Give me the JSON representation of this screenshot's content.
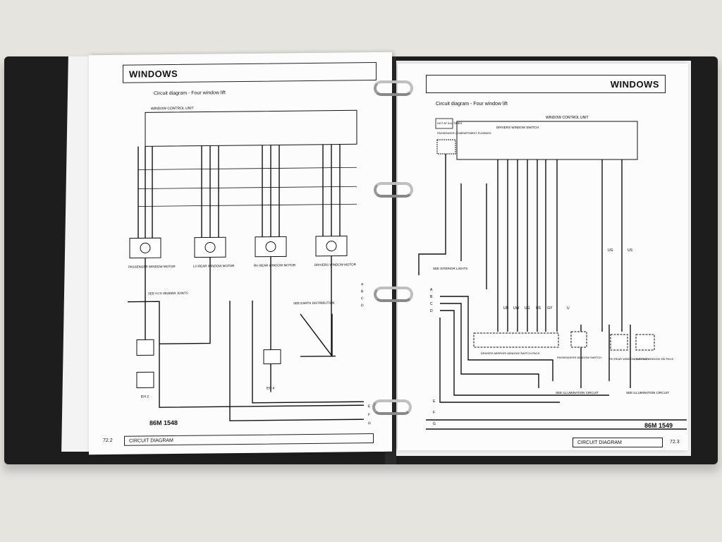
{
  "left_page": {
    "title": "WINDOWS",
    "subtitle": "Circuit diagram - Four window lift",
    "unit_label": "WINDOW CONTROL UNIT",
    "footer": "CIRCUIT DIAGRAM",
    "page_number": "72.2",
    "figure_id": "86M 1548",
    "notes": {
      "hj8": "SEE HJ 8 HEADER JOINTS",
      "earth": "SEE EARTH DISTRIBUTION"
    },
    "motors": [
      "PASSENGER WINDOW MOTOR",
      "LH REAR WINDOW MOTOR",
      "RH REAR WINDOW MOTOR",
      "DRIVERS WINDOW MOTOR"
    ],
    "eh_labels": [
      "EH 2",
      "EH 4"
    ],
    "earth_letters": [
      "E",
      "F",
      "G"
    ],
    "ref_letters": [
      "A",
      "B",
      "C",
      "D"
    ]
  },
  "right_page": {
    "title": "WINDOWS",
    "subtitle": "Circuit diagram - Four window lift",
    "unit_label": "WINDOW CONTROL UNIT",
    "switch_label": "DRIVERS WINDOW SWITCH",
    "hot_label": "HOT AT ALL TIMES",
    "fusebox": "PASSENGER COMPARTMENT FUSEBOX",
    "footer": "CIRCUIT DIAGRAM",
    "page_number": "72.3",
    "figure_id": "86M 1549",
    "notes": {
      "interior": "SEE INTERIOR LIGHTS",
      "illum1": "SEE ILLUMINATION CIRCUIT",
      "illum2": "SEE ILLUMINATION CIRCUIT"
    },
    "packs": [
      "DRIVERS MIRROR/ WINDOW SWITCH PACK",
      "PASSENGERS WINDOW SWITCH",
      "RH REAR WINDOW SW PACK",
      "LH REAR WINDOW SW PACK"
    ],
    "wire_colors": [
      "UR",
      "UW",
      "UG",
      "US",
      "GY",
      "U",
      "UG",
      "US"
    ],
    "earth_letters": [
      "E",
      "F",
      "G"
    ],
    "ref_letters": [
      "A",
      "B",
      "C",
      "D"
    ]
  }
}
